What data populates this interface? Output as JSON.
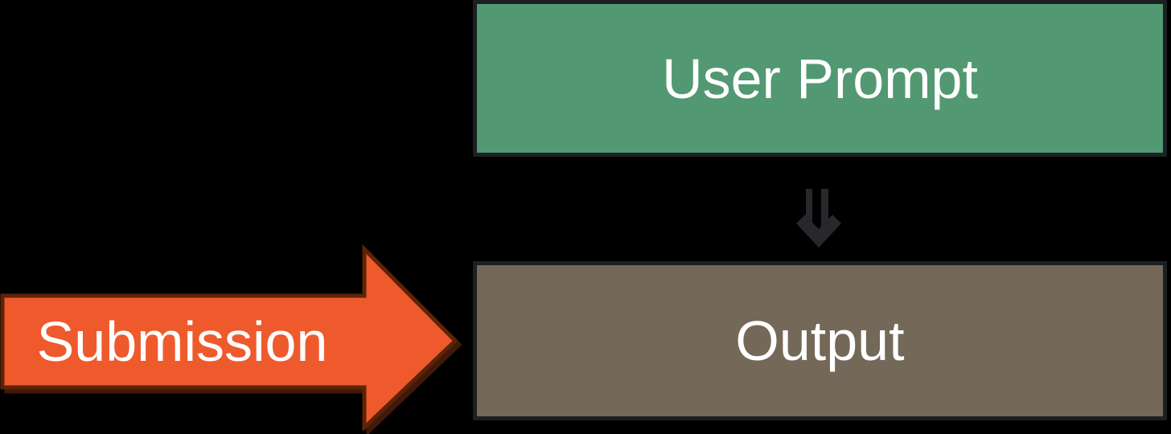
{
  "diagram": {
    "background_color": "#000000",
    "nodes": [
      {
        "id": "user_prompt",
        "label": "User Prompt",
        "fill": "#529872",
        "border_color": "#1d2023",
        "text_color": "#ffffff"
      },
      {
        "id": "output",
        "label": "Output",
        "fill": "#746858",
        "border_color": "#1d2023",
        "text_color": "#ffffff"
      }
    ],
    "arrows": [
      {
        "id": "flow_down",
        "icon": "down-double-arrow-icon",
        "from": "User Prompt",
        "to": "Output",
        "color": "#28282c"
      },
      {
        "id": "submission",
        "icon": "right-arrow",
        "label": "Submission",
        "fill": "#ee5a2c",
        "border_color": "#5e2307",
        "text_color": "#ffffff",
        "to": "Output"
      }
    ]
  }
}
